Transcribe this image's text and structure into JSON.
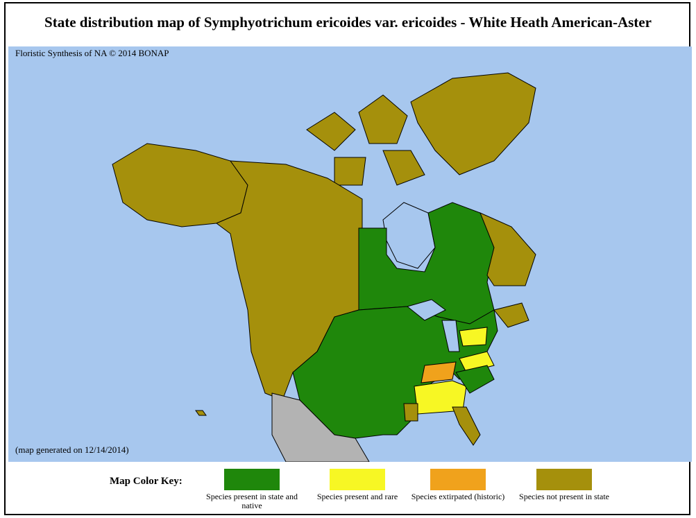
{
  "title": "State distribution map of Symphyotrichum ericoides var. ericoides - White Heath American-Aster",
  "credit": "Floristic Synthesis of NA © 2014 BONAP",
  "generated": "(map generated on 12/14/2014)",
  "key": {
    "title": "Map Color Key:",
    "items": [
      {
        "label": "Species present in state and native",
        "color": "#1f870b"
      },
      {
        "label": "Species present and rare",
        "color": "#f7f724"
      },
      {
        "label": "Species extirpated (historic)",
        "color": "#f0a21c"
      },
      {
        "label": "Species not present in state",
        "color": "#a5900c"
      }
    ]
  },
  "colors": {
    "water": "#a7c7ee",
    "native": "#1f870b",
    "rare": "#f7f724",
    "extirpated": "#f0a21c",
    "absent": "#a5900c",
    "no_data": "#b3b3b3"
  }
}
